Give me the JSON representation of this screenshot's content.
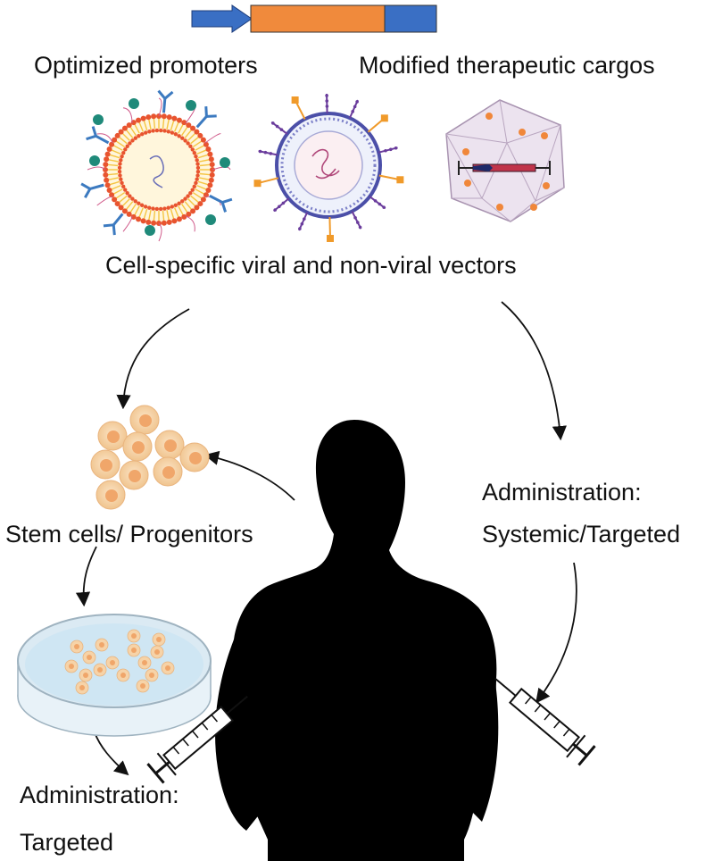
{
  "construct": {
    "promoter_color": "#3a6fc4",
    "cargo_color": "#f08a3c",
    "tail_color": "#3a6fc4"
  },
  "labels": {
    "promoters": "Optimized promoters",
    "cargos": "Modified therapeutic cargos",
    "vectors": "Cell-specific viral and non-viral vectors",
    "admin_systemic_1": "Administration:",
    "admin_systemic_2": "Systemic/Targeted",
    "stem_cells": "Stem cells/ Progenitors",
    "admin_targeted_1": "Administration:",
    "admin_targeted_2": "Targeted"
  },
  "icons": {
    "liposome": "lipid-nanoparticle-icon",
    "virus": "enveloped-virus-icon",
    "capsid": "aav-capsid-icon",
    "cells": "stem-cell-cluster-icon",
    "dish": "petri-dish-icon",
    "human": "human-silhouette-icon",
    "syringe": "syringe-icon"
  },
  "colors": {
    "cell_fill": "#f6d3a8",
    "cell_nucleus": "#f0a66a",
    "dish_liquid": "#cfe6f3",
    "lipid_heads": "#e8542f",
    "lipid_tails": "#f5c542",
    "virus_ring": "#4b4fa8",
    "capsid_fill": "#ece3ef",
    "silhouette": "#000000"
  }
}
